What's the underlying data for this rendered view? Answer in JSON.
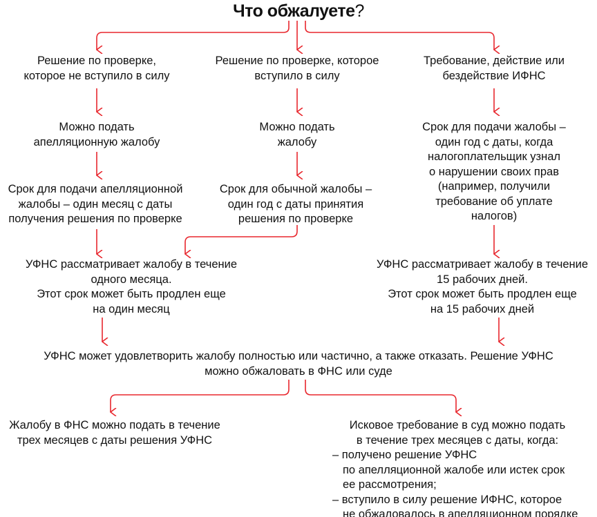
{
  "title": {
    "text": "Что обжалуете",
    "mark": "?"
  },
  "columns": [
    {
      "subject": [
        "Решение по проверке,",
        "которое не вступило в силу"
      ],
      "option": [
        "Можно подать",
        "апелляционную жалобу"
      ],
      "deadline": [
        "Срок для подачи апелляционной",
        "жалобы – один месяц с даты",
        "получения решения по проверке"
      ]
    },
    {
      "subject": [
        "Решение по проверке, которое",
        "вступило в силу"
      ],
      "option": [
        "Можно подать",
        "жалобу"
      ],
      "deadline": [
        "Срок для обычной жалобы –",
        "один год с даты принятия",
        "решения по проверке"
      ]
    },
    {
      "subject": [
        "Требование, действие или",
        "бездействие ИФНС"
      ],
      "deadline": [
        "Срок для подачи жалобы –",
        "один год с даты, когда",
        "налогоплательщик узнал",
        "о нарушении своих прав",
        "(например, получили",
        "требование об уплате",
        "налогов)"
      ]
    }
  ],
  "review": {
    "left": [
      "УФНС рассматривает жалобу в течение",
      "одного месяца.",
      "Этот срок может быть продлен еще",
      "на один месяц"
    ],
    "right": [
      "УФНС рассматривает жалобу в течение",
      "15 рабочих дней.",
      "Этот срок может быть продлен еще",
      "на 15 рабочих дней"
    ]
  },
  "outcome": [
    "УФНС может удовлетворить жалобу полностью или частично, а также отказать. Решение УФНС",
    "можно обжаловать в ФНС или суде"
  ],
  "appeal": {
    "fns": [
      "Жалобу в ФНС можно подать в течение",
      "трех месяцев с даты решения УФНС"
    ],
    "court_intro": [
      "Исковое требование в суд можно подать",
      "в течение трех месяцев с даты, когда:"
    ],
    "court_items": [
      "– получено решение УФНС",
      "по апелляционной жалобе или истек срок",
      "ее рассмотрения;",
      "– вступило в силу решение ИФНС, которое",
      "не обжаловалось в апелляционном порядке"
    ]
  },
  "colors": {
    "arrow": "#e8262d",
    "text": "#111111"
  }
}
